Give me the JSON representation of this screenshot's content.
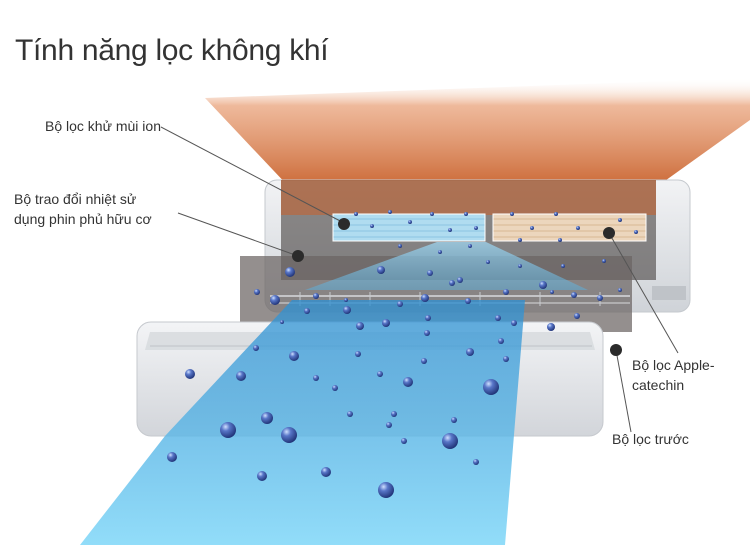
{
  "title": "Tính năng lọc không khí",
  "labels": {
    "deodorizing_filter": [
      "Bộ lọc khử mùi ion"
    ],
    "heat_exchanger": [
      "Bộ trao đổi nhiệt sử",
      "dụng phin phủ hữu cơ"
    ],
    "apple_catechin_filter": [
      "Bộ lọc Apple-",
      "catechin"
    ],
    "pre_filter": [
      "Bộ lọc trước"
    ]
  },
  "colors": {
    "warm_air": "#c8602a",
    "clean_air": "#5bc2ef",
    "particle": "#2f4d9a",
    "unit_body": "#e4e6ea",
    "filter_blue": "#a9d8ee",
    "filter_beige": "#ead2b7"
  },
  "icons": {
    "particle": "particle-sphere-icon",
    "callout_point": "callout-dot-icon"
  }
}
